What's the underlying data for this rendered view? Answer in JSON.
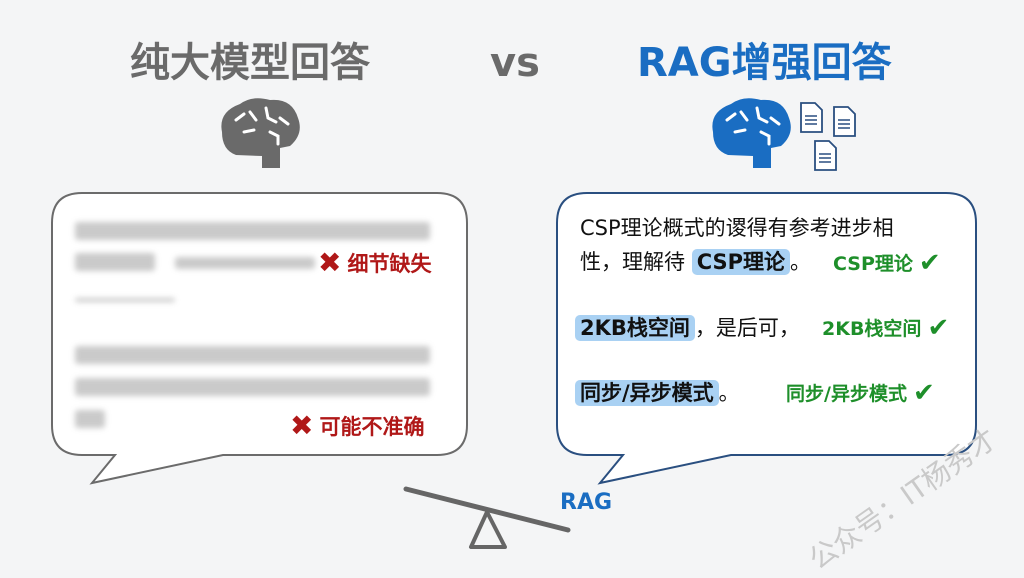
{
  "header": {
    "left_title": "纯大模型回答",
    "vs": "vs",
    "right_title": "RAG增强回答"
  },
  "left_bubble": {
    "issues": [
      {
        "icon": "cross-icon",
        "label": "细节缺失"
      },
      {
        "icon": "cross-icon",
        "label": "可能不准确"
      }
    ]
  },
  "right_bubble": {
    "line1": "CSP理论概式的谡得有参考进步相",
    "line2_prefix": "性，理解待",
    "line2_highlight": "CSP理论",
    "line2_suffix": "。",
    "line3_highlight": "2KB栈空间",
    "line3_suffix": "，是后可，",
    "line4_highlight": "同步/异步模式",
    "line4_suffix": "。",
    "checks": [
      {
        "icon": "check-icon",
        "label": "CSP理论"
      },
      {
        "icon": "check-icon",
        "label": "2KB栈空间"
      },
      {
        "icon": "check-icon",
        "label": "同步/异步模式"
      }
    ]
  },
  "seesaw": {
    "label": "RAG"
  },
  "watermark": "公众号：IT杨秀才",
  "colors": {
    "blue": "#1a6dc2",
    "gray": "#6a6a6a",
    "red": "#b01818",
    "green": "#1e8f2a",
    "highlight": "#a9d1f3"
  }
}
